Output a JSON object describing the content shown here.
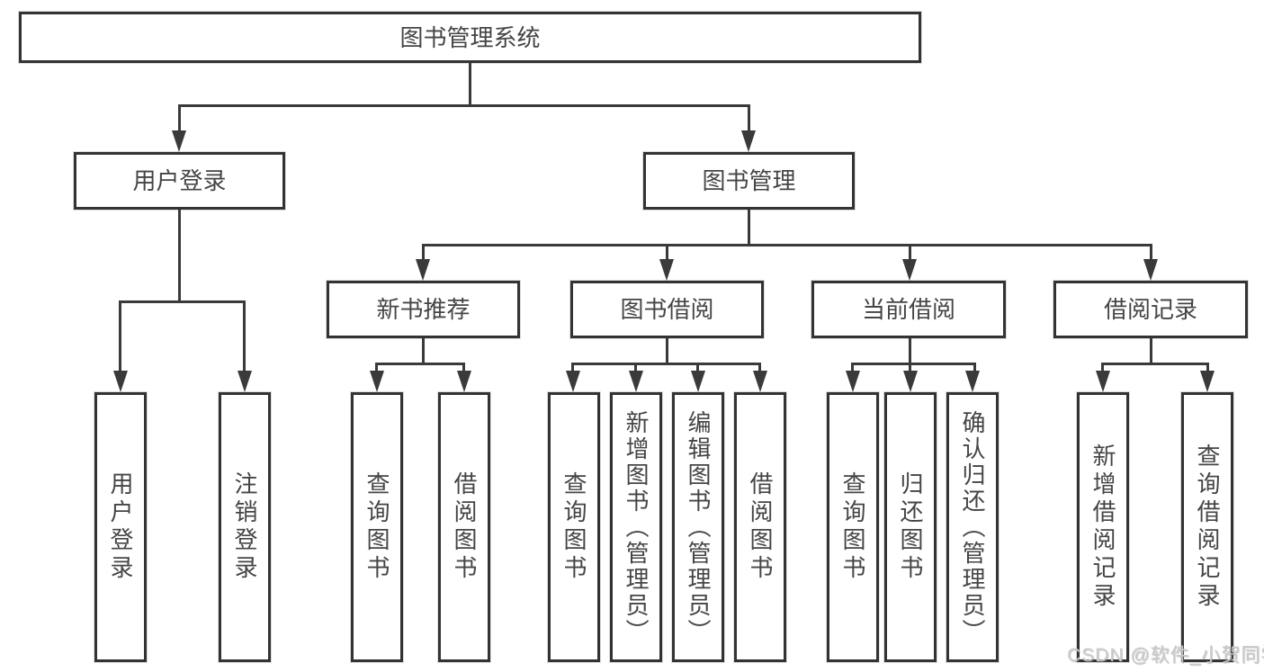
{
  "diagram": {
    "root": {
      "label": "图书管理系统"
    },
    "level2": [
      {
        "label": "用户登录"
      },
      {
        "label": "图书管理"
      }
    ],
    "level3": [
      {
        "label": "新书推荐"
      },
      {
        "label": "图书借阅"
      },
      {
        "label": "当前借阅"
      },
      {
        "label": "借阅记录"
      }
    ],
    "leaves": {
      "user_login": [
        {
          "label": "用户登录"
        },
        {
          "label": "注销登录"
        }
      ],
      "new_books": [
        {
          "label": "查询图书"
        },
        {
          "label": "借阅图书"
        }
      ],
      "book_borrow": [
        {
          "label": "查询图书"
        },
        {
          "label": "新增图书（管理员）"
        },
        {
          "label": "编辑图书（管理员）"
        },
        {
          "label": "借阅图书"
        }
      ],
      "current_borrow": [
        {
          "label": "查询图书"
        },
        {
          "label": "归还图书"
        },
        {
          "label": "确认归还（管理员）"
        }
      ],
      "borrow_records": [
        {
          "label": "新增借阅记录"
        },
        {
          "label": "查询借阅记录"
        }
      ]
    }
  },
  "watermark": {
    "text": "CSDN @软件_小贺同学"
  },
  "colors": {
    "line": "#3a3a3a",
    "box_border": "#333333",
    "text": "#454545",
    "background": "#ffffff",
    "watermark": "#cccccc"
  }
}
